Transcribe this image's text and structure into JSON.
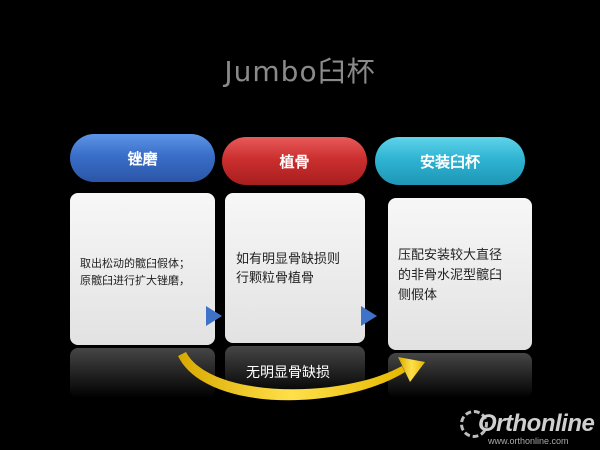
{
  "title": "Jumbo臼杯",
  "steps": [
    {
      "label": "锉磨",
      "text_lines": [
        "取出松动的髋臼假体；",
        "原髋臼进行扩大锉磨，"
      ]
    },
    {
      "label": "植骨",
      "text_lines": [
        "如有明显骨缺损则",
        "行颗粒骨植骨"
      ]
    },
    {
      "label": "安装臼杯",
      "text_lines": [
        "压配安装较大直径",
        "的非骨水泥型髋臼",
        "侧假体"
      ]
    }
  ],
  "bypass_note": "无明显骨缺损",
  "watermark": {
    "text": "Orthonline",
    "url": "www.orthonline.com"
  },
  "colors": {
    "step1": "#3a6ec8",
    "step2": "#cc2f2f",
    "step3": "#2fb4d3",
    "arrow": "#f2c300",
    "connector": "#3f73c8"
  }
}
